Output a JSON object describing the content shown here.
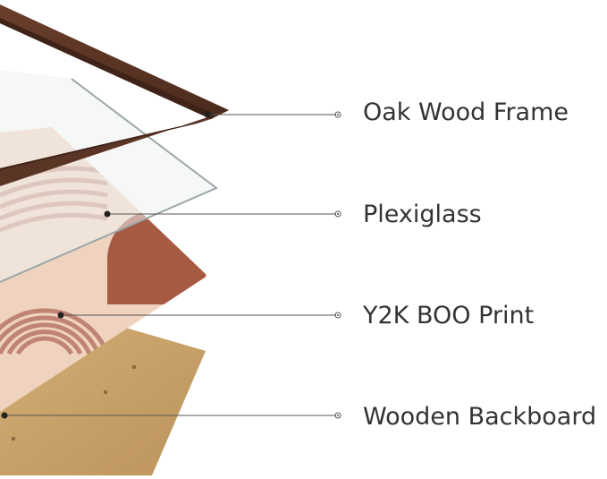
{
  "layers": [
    {
      "name": "oak-wood-frame",
      "label": "Oak Wood Frame"
    },
    {
      "name": "plexiglass",
      "label": "Plexiglass"
    },
    {
      "name": "print",
      "label": "Y2K BOO Print"
    },
    {
      "name": "wooden-backboard",
      "label": "Wooden Backboard"
    }
  ],
  "colors": {
    "frame_wood": "#5a3425",
    "frame_wood_dark": "#3f2218",
    "glass_edge": "#9aa6a8",
    "glass_fill": "#eef0f0",
    "print_paper": "#efd3bf",
    "print_terracotta": "#a65a42",
    "print_stripes": "#c99583",
    "backboard": "#c9a36a",
    "callout_line": "#555555",
    "label_text": "#333333"
  }
}
